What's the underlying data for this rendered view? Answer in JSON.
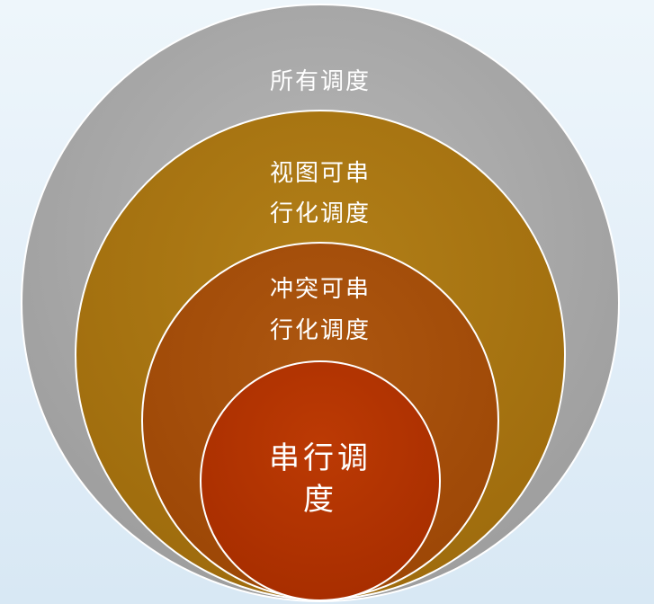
{
  "diagram": {
    "type": "nested-circles",
    "sets": [
      {
        "id": "all",
        "lines": [
          "所有调度"
        ],
        "color": "#a9a9a9"
      },
      {
        "id": "view",
        "lines": [
          "视图可串",
          "行化调度"
        ],
        "color": "#a87512"
      },
      {
        "id": "conflict",
        "lines": [
          "冲突可串",
          "行化调度"
        ],
        "color": "#a54e0a"
      },
      {
        "id": "serial",
        "lines": [
          "串行调",
          "度"
        ],
        "color": "#b33300"
      }
    ]
  }
}
